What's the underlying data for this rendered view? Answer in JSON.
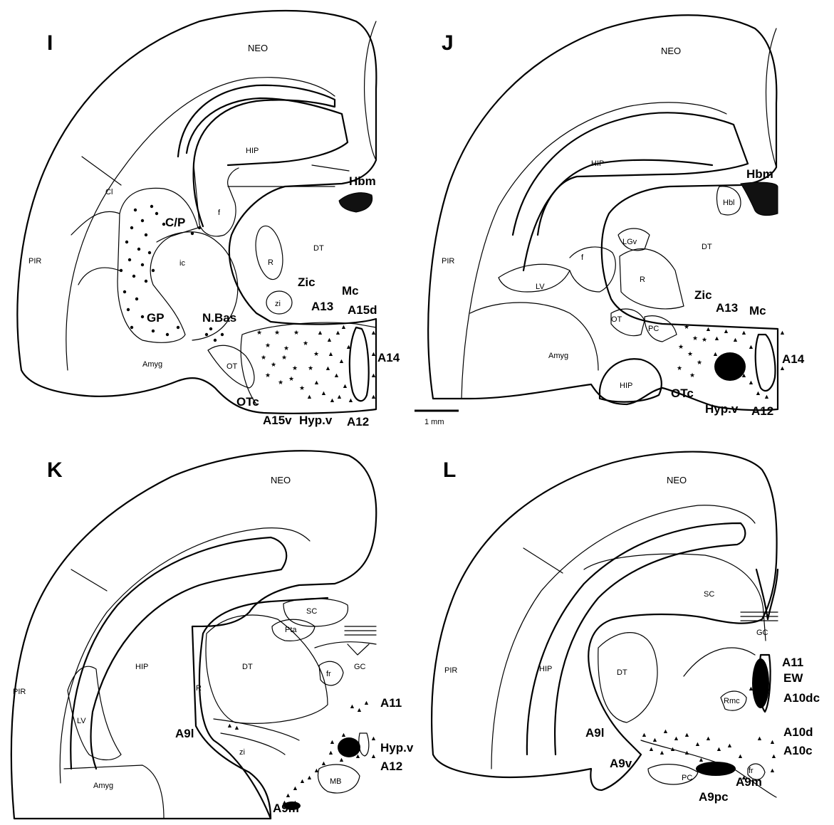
{
  "figure": {
    "scale_bar_label": "1 mm",
    "panels": [
      {
        "letter": "I",
        "regions": [
          "NEO",
          "HIP",
          "Cl",
          "PIR",
          "C/P",
          "f",
          "ic",
          "R",
          "DT",
          "GP",
          "N.Bas",
          "zi",
          "Amyg",
          "OT"
        ],
        "cell_groups": [
          "Hbm",
          "Zic",
          "Mc",
          "A13",
          "A15d",
          "A14",
          "OTc",
          "A15v",
          "Hyp.v",
          "A12"
        ]
      },
      {
        "letter": "J",
        "regions": [
          "NEO",
          "HIP",
          "Hbl",
          "LGv",
          "DT",
          "f",
          "R",
          "PIR",
          "LV",
          "OT",
          "PC",
          "Amyg",
          "HIP"
        ],
        "cell_groups": [
          "Hbm",
          "Zic",
          "A13",
          "Mc",
          "A14",
          "OTc",
          "Hyp.v",
          "A12"
        ]
      },
      {
        "letter": "K",
        "regions": [
          "NEO",
          "SC",
          "Pta",
          "DT",
          "GC",
          "fr",
          "HIP",
          "PIR",
          "R",
          "LV",
          "zi",
          "Amyg",
          "MB"
        ],
        "cell_groups": [
          "A11",
          "A9l",
          "Hyp.v",
          "A12",
          "A9m"
        ]
      },
      {
        "letter": "L",
        "regions": [
          "NEO",
          "SC",
          "GC",
          "PIR",
          "HIP",
          "DT",
          "Rmc",
          "fr",
          "PC"
        ],
        "cell_groups": [
          "A11",
          "EW",
          "A10dc",
          "A9l",
          "A10d",
          "A9v",
          "A10c",
          "A9m",
          "A9pc"
        ]
      }
    ]
  }
}
